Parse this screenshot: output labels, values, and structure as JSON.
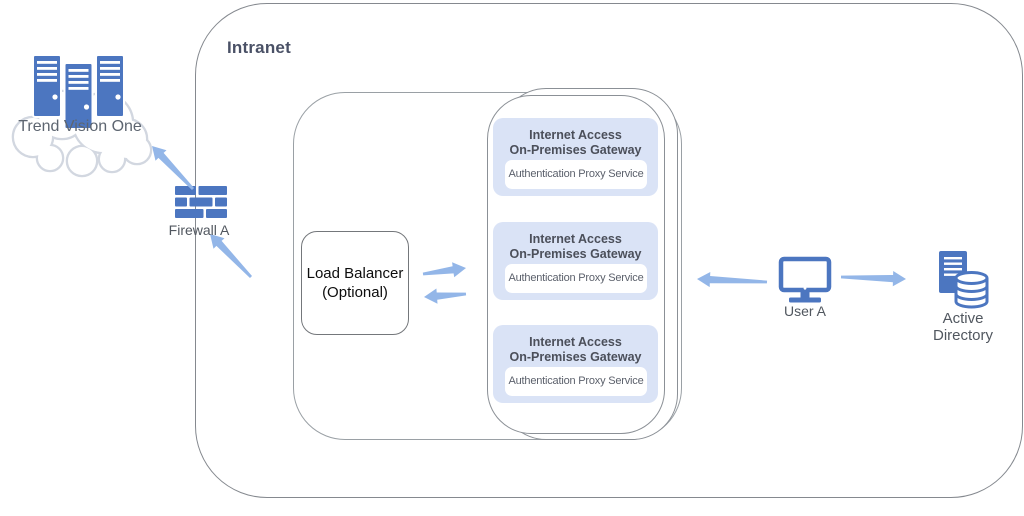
{
  "intranet": {
    "label": "Intranet"
  },
  "nodes": {
    "trend_vision_one": {
      "label": "Trend Vision One",
      "icon": "cloud-servers-icon"
    },
    "firewall_a": {
      "label": "Firewall A",
      "icon": "firewall-bricks-icon"
    },
    "load_balancer": {
      "line1": "Load Balancer",
      "line2": "(Optional)"
    },
    "user_a": {
      "label": "User A",
      "icon": "desktop-monitor-icon"
    },
    "active_directory": {
      "line1": "Active",
      "line2": "Directory",
      "icon": "server-database-icon"
    }
  },
  "gateways": [
    {
      "title_line1": "Internet Access",
      "title_line2": "On-Premises Gateway",
      "service": "Authentication Proxy Service"
    },
    {
      "title_line1": "Internet Access",
      "title_line2": "On-Premises Gateway",
      "service": "Authentication Proxy Service"
    },
    {
      "title_line1": "Internet Access",
      "title_line2": "On-Premises Gateway",
      "service": "Authentication Proxy Service"
    }
  ],
  "connections": [
    {
      "from": "firewall_a",
      "to": "trend_vision_one",
      "type": "arrow"
    },
    {
      "from": "gateway_stack",
      "to": "firewall_a",
      "type": "arrow"
    },
    {
      "from": "load_balancer",
      "to": "gateway_stack",
      "type": "arrow"
    },
    {
      "from": "gateway_stack",
      "to": "load_balancer",
      "type": "arrow"
    },
    {
      "from": "user_a",
      "to": "gateway_stack",
      "type": "arrow"
    },
    {
      "from": "user_a",
      "to": "active_directory",
      "type": "arrow"
    }
  ],
  "colors": {
    "icon_blue": "#4c76c0",
    "arrow_blue": "#93b6e8",
    "card_background": "#dae3f6",
    "card_title_text": "#4b4f5a",
    "service_text": "#5c616c",
    "label_gray": "#51575f",
    "intranet_label_text": "#4a5166",
    "border_gray": "#8b9096",
    "cloud_outline": "#d2d7e0"
  }
}
